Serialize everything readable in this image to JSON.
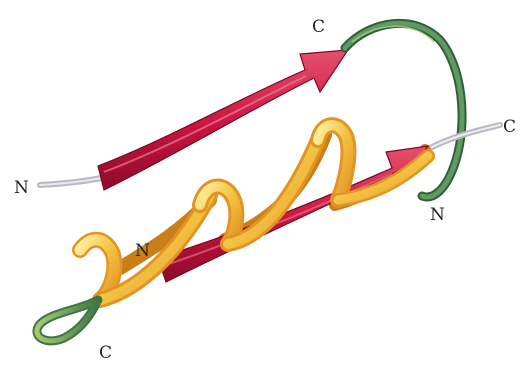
{
  "labels": {
    "top_strand_c": "C",
    "top_strand_n": "N",
    "right_tail_c": "C",
    "lower_strand_n": "N",
    "helix_n": "N",
    "bottom_loop_c": "C"
  },
  "colors": {
    "strand_fill": "#c8143f",
    "strand_dark": "#8e0a2a",
    "strand_light": "#e8506e",
    "helix_front": "#f0b030",
    "helix_light": "#ffe27a",
    "helix_back": "#d98a1a",
    "loop_green": "#4f8a55",
    "loop_green_dark": "#2f5f36",
    "loop_green_light": "#9ec36a",
    "coil_gray": "#c9c9cf"
  }
}
